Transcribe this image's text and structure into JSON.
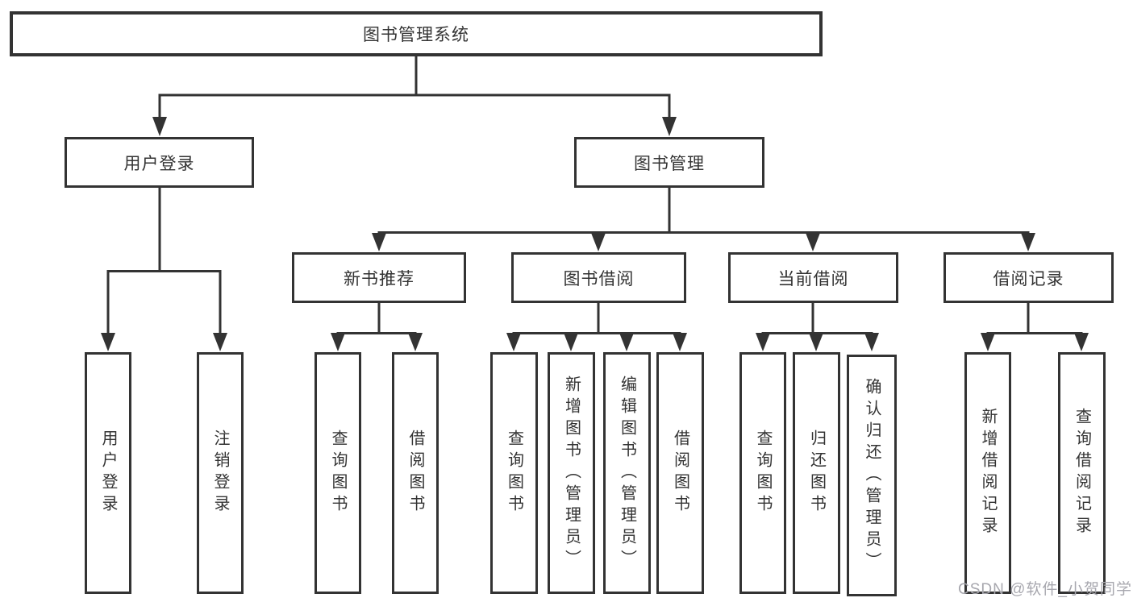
{
  "diagram": {
    "type": "hierarchy-tree",
    "colors": {
      "line": "#333333",
      "box_border": "#333333",
      "text": "#333333",
      "background": "#ffffff",
      "watermark": "#a7a7ae"
    },
    "nodes": {
      "root": {
        "label": "图书管理系统"
      },
      "user_login": {
        "label": "用户登录",
        "children": {
          "login": {
            "label": "用户登录"
          },
          "logout": {
            "label": "注销登录"
          }
        }
      },
      "book_management": {
        "label": "图书管理",
        "children": {
          "new_book_recommend": {
            "label": "新书推荐",
            "children": {
              "query_book": {
                "label": "查询图书"
              },
              "borrow_book": {
                "label": "借阅图书"
              }
            }
          },
          "book_borrow": {
            "label": "图书借阅",
            "children": {
              "query_book": {
                "label": "查询图书"
              },
              "add_book": {
                "label": "新增图书（管理员）"
              },
              "edit_book": {
                "label": "编辑图书（管理员）"
              },
              "borrow_book": {
                "label": "借阅图书"
              }
            }
          },
          "current_borrow": {
            "label": "当前借阅",
            "children": {
              "query_book": {
                "label": "查询图书"
              },
              "return_book": {
                "label": "归还图书"
              },
              "confirm_return": {
                "label": "确认归还（管理员）"
              }
            }
          },
          "borrow_record": {
            "label": "借阅记录",
            "children": {
              "add_record": {
                "label": "新增借阅记录"
              },
              "query_record": {
                "label": "查询借阅记录"
              }
            }
          }
        }
      }
    }
  },
  "watermark": {
    "text": "CSDN @软件_小贺同学"
  }
}
